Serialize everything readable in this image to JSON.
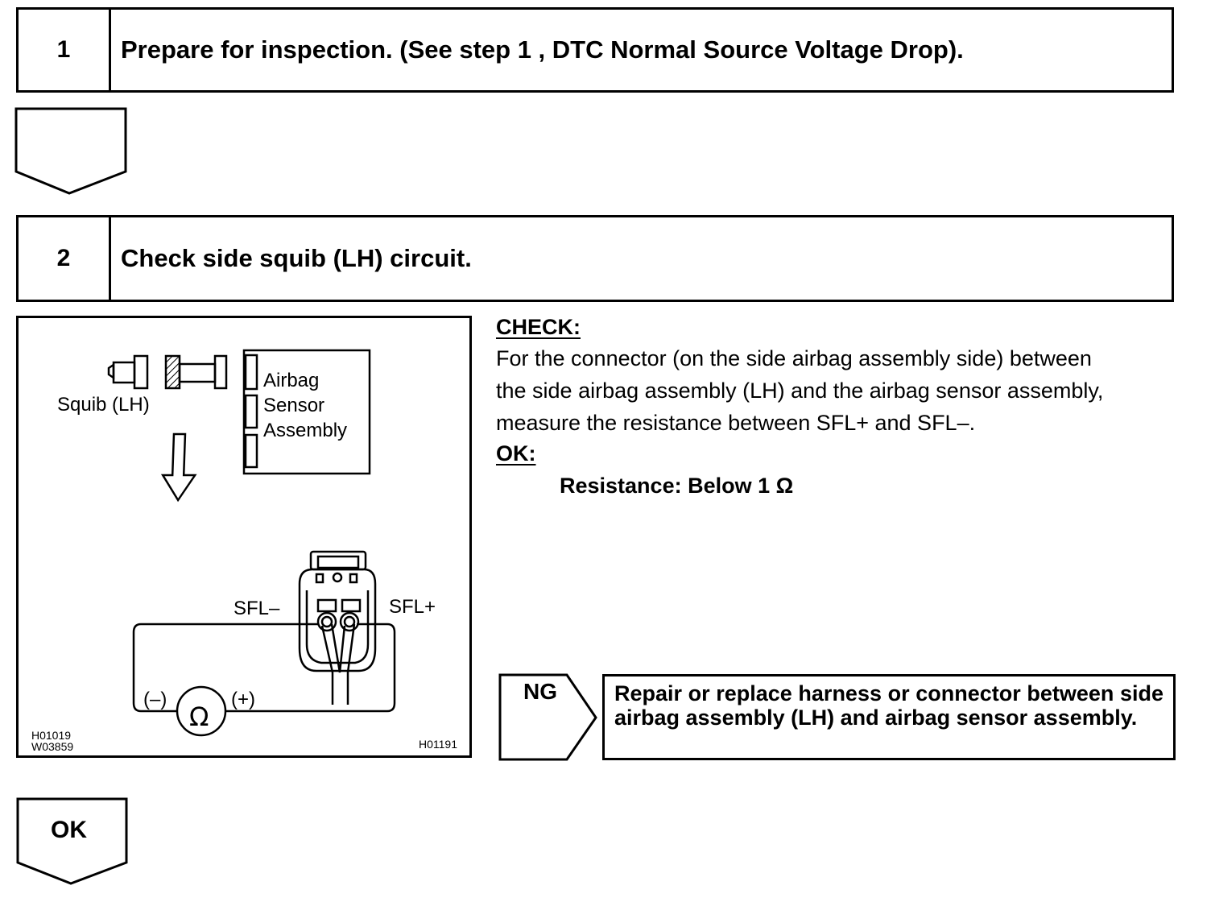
{
  "steps": [
    {
      "number": "1",
      "title": "Prepare for inspection. (See step 1 , DTC Normal Source Voltage Drop)."
    },
    {
      "number": "2",
      "title": "Check side squib (LH) circuit."
    }
  ],
  "figure": {
    "squib_label": "Squib (LH)",
    "sensor_label": [
      "Airbag",
      "Sensor",
      "Assembly"
    ],
    "sfl_minus": "SFL–",
    "sfl_plus": "SFL+",
    "meter_minus": "(–)",
    "meter_plus": "(+)",
    "ohm_symbol": "Ω",
    "code_left_1": "H01019",
    "code_left_2": "W03859",
    "code_right": "H01191"
  },
  "check": {
    "heading": "CHECK:",
    "lines": [
      "For the connector (on the side airbag assembly side) between",
      "the side airbag assembly (LH) and the airbag sensor assembly,",
      "measure the resistance between SFL+ and SFL–."
    ]
  },
  "ok": {
    "heading": "OK:",
    "spec": "Resistance: Below 1 Ω"
  },
  "ng": {
    "label": "NG",
    "action": "Repair or replace harness or connector between side airbag assembly (LH) and airbag sensor assembly."
  },
  "ok_arrow_label": "OK"
}
